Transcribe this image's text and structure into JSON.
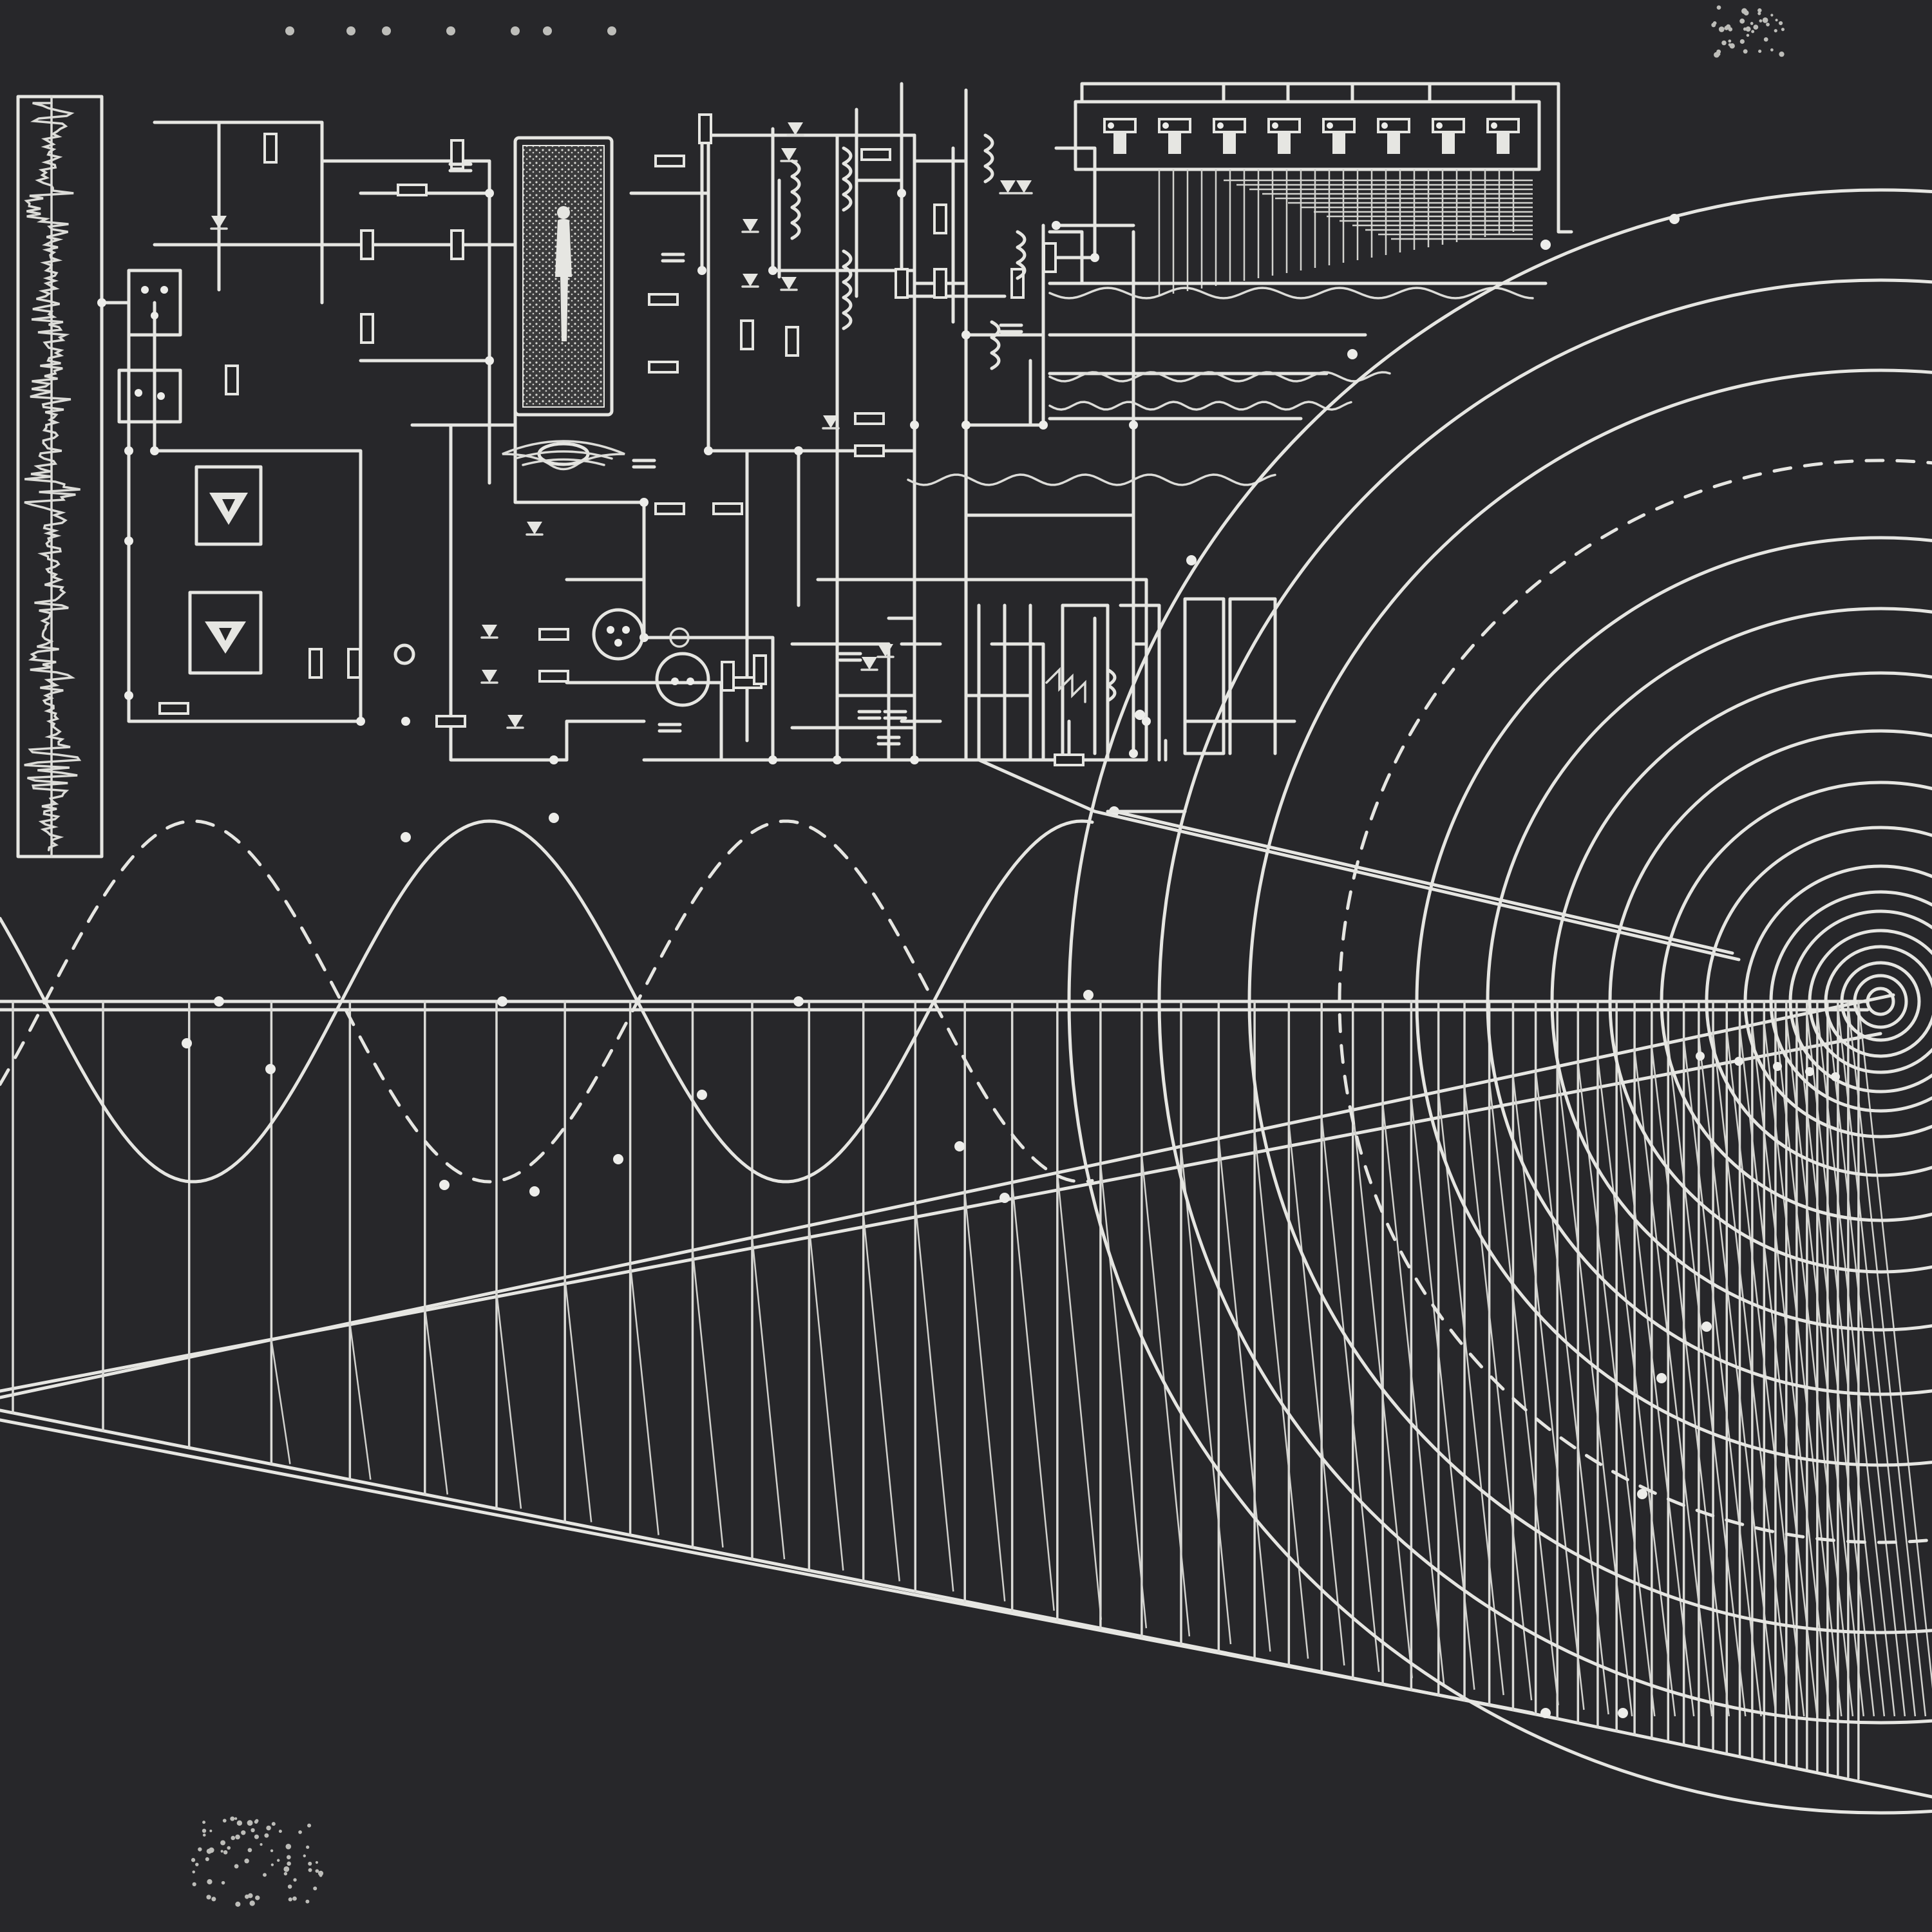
{
  "artwork": {
    "background_color": "#262628",
    "ink_color": "#e6e6e2",
    "elements": [
      "signal-trace",
      "circuit-schematic",
      "human-figure-panel",
      "winged-emblem",
      "switch-panel",
      "oscillator-waves",
      "perspective-wedge",
      "concentric-rings"
    ]
  }
}
